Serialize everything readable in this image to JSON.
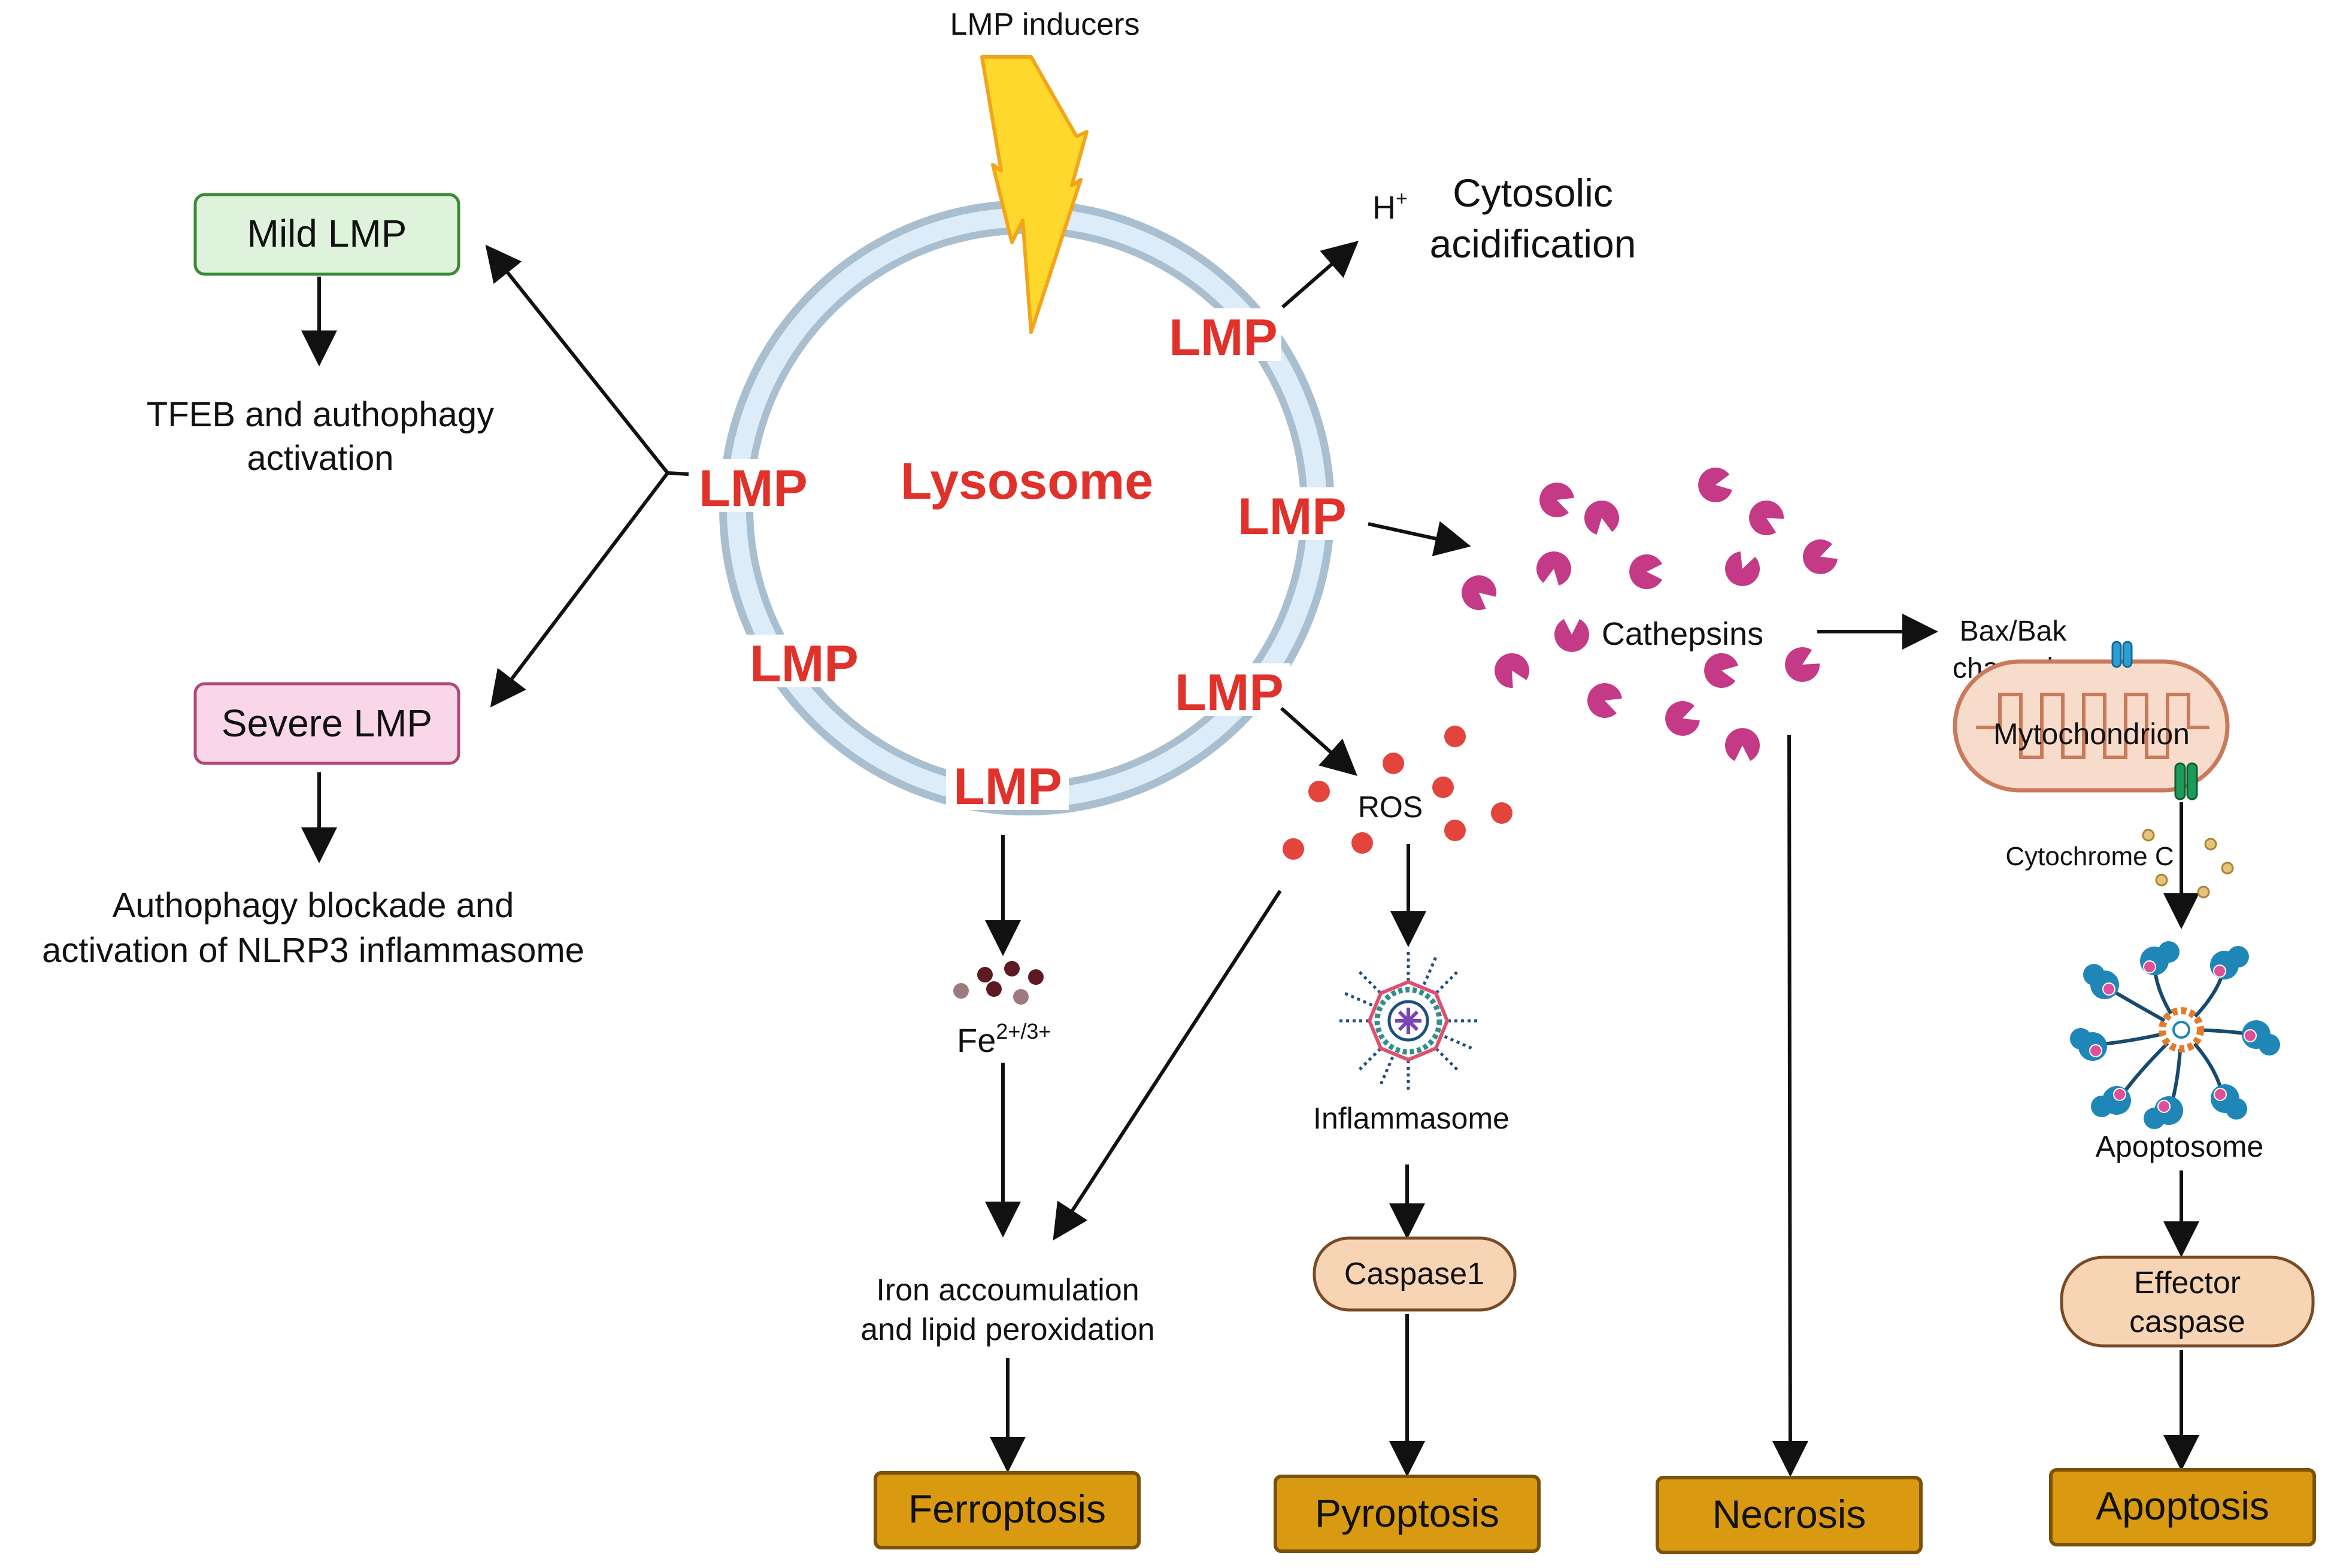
{
  "diagram": {
    "inducers_label": "LMP inducers",
    "lysosome_label": "Lysosome",
    "lmp_label": "LMP",
    "proton_label": "H",
    "proton_charge": "+",
    "acidification_line1": "Cytosolic",
    "acidification_line2": "acidification",
    "mild_box": "Mild LMP",
    "tfeb_line1": "TFEB and authophagy",
    "tfeb_line2": "activation",
    "severe_box": "Severe LMP",
    "blockade_line1": "Authophagy blockade and",
    "blockade_line2": "activation of NLRP3 inflammasome",
    "fe_label": "Fe",
    "fe_charge": "2+/3+",
    "iron_line1": "Iron accoumulation",
    "iron_line2": "and lipid peroxidation",
    "ros_label": "ROS",
    "inflammasome_label": "Inflammasome",
    "caspase1_label": "Caspase1",
    "cathepsins_label": "Cathepsins",
    "baxbak_line1": "Bax/Bak",
    "baxbak_line2": "channels",
    "mito_label": "Mytochondrion",
    "cytc_label": "Cytochrome C",
    "apoptosome_label": "Apoptosome",
    "effector_line1": "Effector",
    "effector_line2": "caspase",
    "outcomes": {
      "ferroptosis": "Ferroptosis",
      "pyroptosis": "Pyroptosis",
      "necrosis": "Necrosis",
      "apoptosis": "Apoptosis"
    }
  },
  "colors": {
    "lmp_red": "#e0312b",
    "lysosome_ring": "#a9bfcf",
    "lysosome_fill": "#dcecf8",
    "cathepsin": "#c43a86",
    "ros": "#e3453c",
    "outcome_box": "#d99a12",
    "caspase_box": "#f6d4b4",
    "mild_box": "#dff3dc",
    "severe_box": "#fad7e8"
  }
}
